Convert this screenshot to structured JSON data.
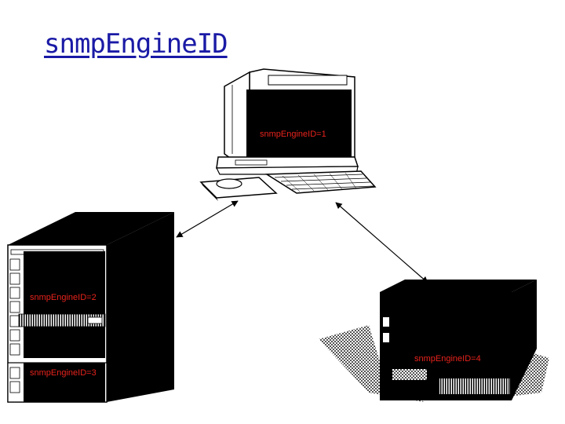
{
  "title": "snmpEngineID",
  "devices": {
    "workstation": {
      "label": "snmpEngineID=1",
      "icon": "desktop-computer-icon"
    },
    "rack_top": {
      "label": "snmpEngineID=2",
      "icon": "rack-server-icon"
    },
    "rack_bottom": {
      "label": "snmpEngineID=3",
      "icon": "rack-server-icon"
    },
    "router": {
      "label": "snmpEngineID=4",
      "icon": "network-box-icon"
    }
  },
  "colors": {
    "title": "#1a1aa6",
    "label": "#e8231d",
    "device": "#000000"
  }
}
